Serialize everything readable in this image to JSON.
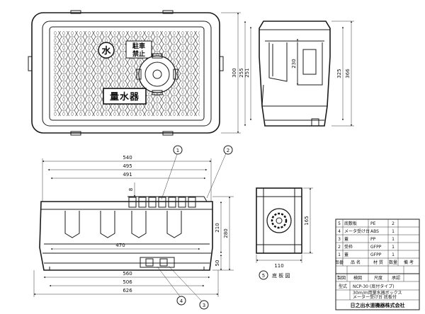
{
  "lid": {
    "badge_symbol": "水",
    "warning_line1": "駐車",
    "warning_line2": "禁止",
    "plate_label": "量水器"
  },
  "top_view_dims": [
    "300",
    "255",
    "251"
  ],
  "side_view_dims": [
    "230",
    "325",
    "366"
  ],
  "front_view_dims": {
    "widths": [
      "540",
      "495",
      "491"
    ],
    "bottom_widths": [
      "560",
      "506",
      "626"
    ],
    "inner_width": "470",
    "heights": [
      "210",
      "280",
      "50"
    ],
    "small_height": "8"
  },
  "section_dims": {
    "width": "110",
    "height": "165"
  },
  "section_caption": "底 板 図",
  "section_number": "5",
  "callouts": [
    "1",
    "2",
    "3",
    "4"
  ],
  "parts_table": {
    "rows": [
      {
        "no": "5",
        "name": "底敷板",
        "material": "PE",
        "qty": "2"
      },
      {
        "no": "4",
        "name": "メータ受け台",
        "material": "ABS",
        "qty": "1"
      },
      {
        "no": "3",
        "name": "蓋",
        "material": "PP",
        "qty": "1"
      },
      {
        "no": "2",
        "name": "受枠",
        "material": "GFPP",
        "qty": "1"
      },
      {
        "no": "1",
        "name": "蓋",
        "material": "GFPP",
        "qty": "1"
      }
    ],
    "header": [
      "品番",
      "品 名",
      "材 質",
      "数量",
      "備 考"
    ],
    "footer_labels": [
      "製図",
      "検図",
      "尺度",
      "承認"
    ],
    "model_label": "型式",
    "model": "NCP-30 (底付タイプ)",
    "description_line1": "30ｍ/ｍ用量水器ボックス",
    "description_line2": "メーター受け台 底板付",
    "company": "日之出水道機器株式会社"
  }
}
